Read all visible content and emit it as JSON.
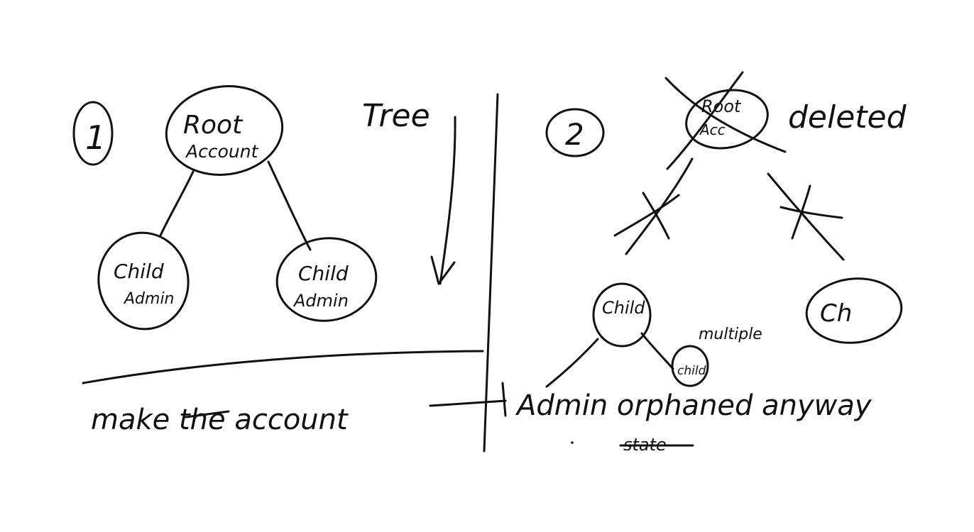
{
  "ink_color": "#111111",
  "background_color": "#ffffff",
  "left_panel": {
    "step_number": "1",
    "root_node": {
      "line1": "Root",
      "line2": "Account"
    },
    "children": [
      {
        "line1": "Child",
        "line2": "Admin"
      },
      {
        "line1": "Child",
        "line2": "Admin"
      }
    ],
    "tree_label": "Tree",
    "caption": "make the account",
    "caption_struck_word": "the"
  },
  "right_panel": {
    "step_number": "2",
    "deleted_root": {
      "line1": "Root",
      "line2": "Acc"
    },
    "deleted_label": "deleted",
    "child_node": "Child",
    "right_child": "Ch",
    "grandchild": "child",
    "small_note": "multiple",
    "caption": "Admin orphaned anyway",
    "struck_word": "state"
  }
}
